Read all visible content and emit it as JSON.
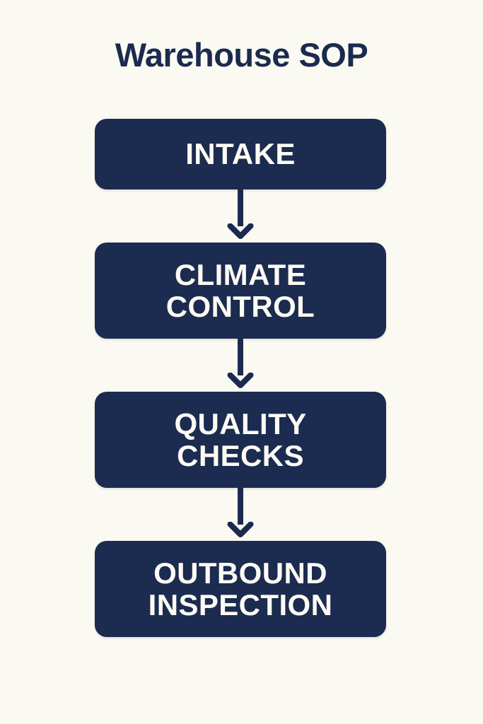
{
  "page": {
    "title": "Warehouse SOP",
    "background_color": "#fbfaf2",
    "accent_color": "#1c2b50",
    "node_text_color": "#fdfbf4",
    "title_color": "#1b2a4e"
  },
  "flowchart": {
    "orientation": "vertical-top-down",
    "node_count": 4,
    "connector_count": 3,
    "connector_icon": "down-arrow-icon",
    "nodes": [
      {
        "id": "intake",
        "label": "INTAKE",
        "lines": 1
      },
      {
        "id": "climate-control",
        "label": "CLIMATE\nCONTROL",
        "lines": 2
      },
      {
        "id": "quality-checks",
        "label": "QUALITY\nCHECKS",
        "lines": 2
      },
      {
        "id": "outbound-inspection",
        "label": "OUTBOUND\nINSPECTION",
        "lines": 2
      }
    ]
  }
}
